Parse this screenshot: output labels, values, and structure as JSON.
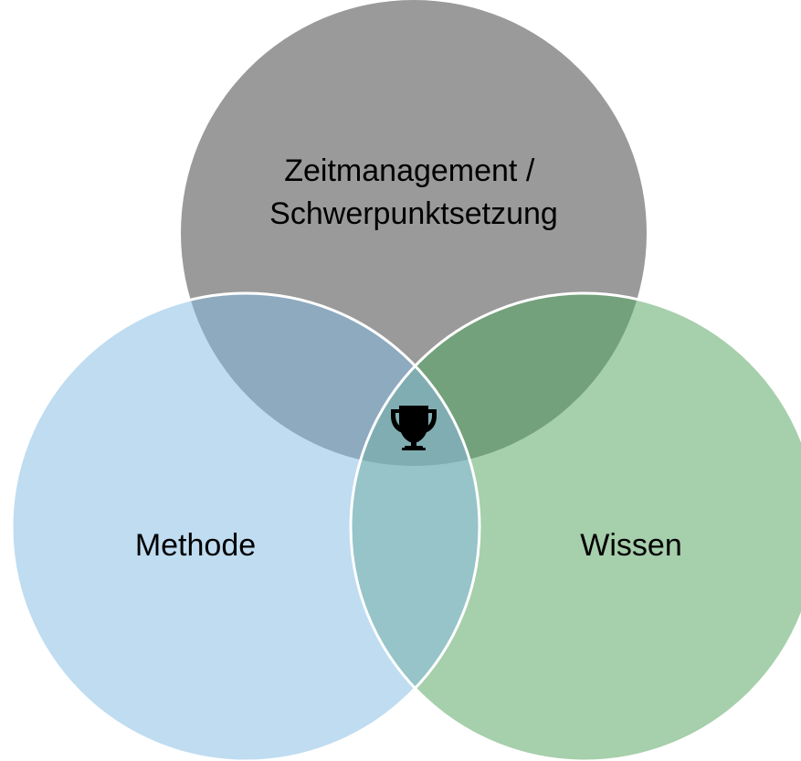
{
  "diagram": {
    "type": "venn",
    "circles": [
      {
        "id": "top",
        "label_lines": [
          "Zeitmanagement /",
          "Schwerpunktsetzung"
        ],
        "fill": "#9a9a9a"
      },
      {
        "id": "left",
        "label_lines": [
          "Methode"
        ],
        "fill": "#bfdcf1"
      },
      {
        "id": "right",
        "label_lines": [
          "Wissen"
        ],
        "fill": "#a6cfab"
      }
    ],
    "overlaps": {
      "top_left": "#8eaabf",
      "top_right": "#73a17b",
      "left_right": "#96c4c8",
      "center": "#80adb1"
    },
    "stroke": "#ffffff",
    "center_icon": "trophy-icon"
  }
}
